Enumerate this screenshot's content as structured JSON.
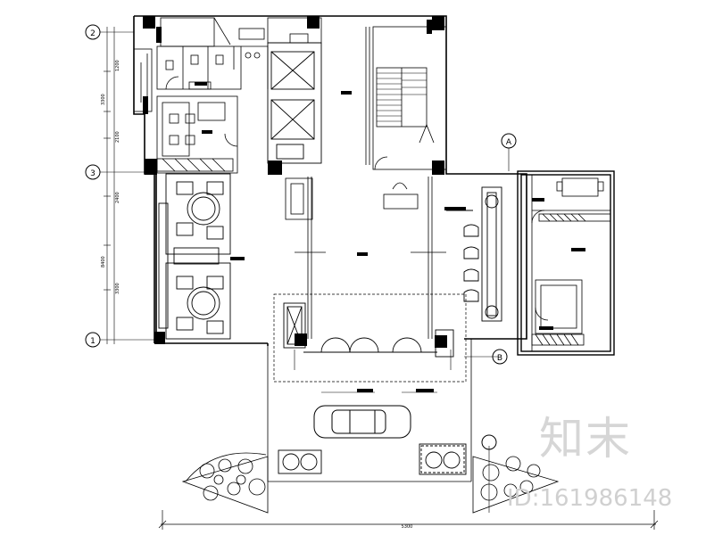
{
  "drawing": {
    "grid_labels": [
      "2",
      "3",
      "1",
      "A",
      "B"
    ],
    "bottom_dimension": "5300"
  },
  "watermark": {
    "logo": "知末",
    "id_text": "ID:161986148"
  },
  "colors": {
    "line": "#000000",
    "fill": "#000000",
    "watermark": "#d6d6d6"
  }
}
